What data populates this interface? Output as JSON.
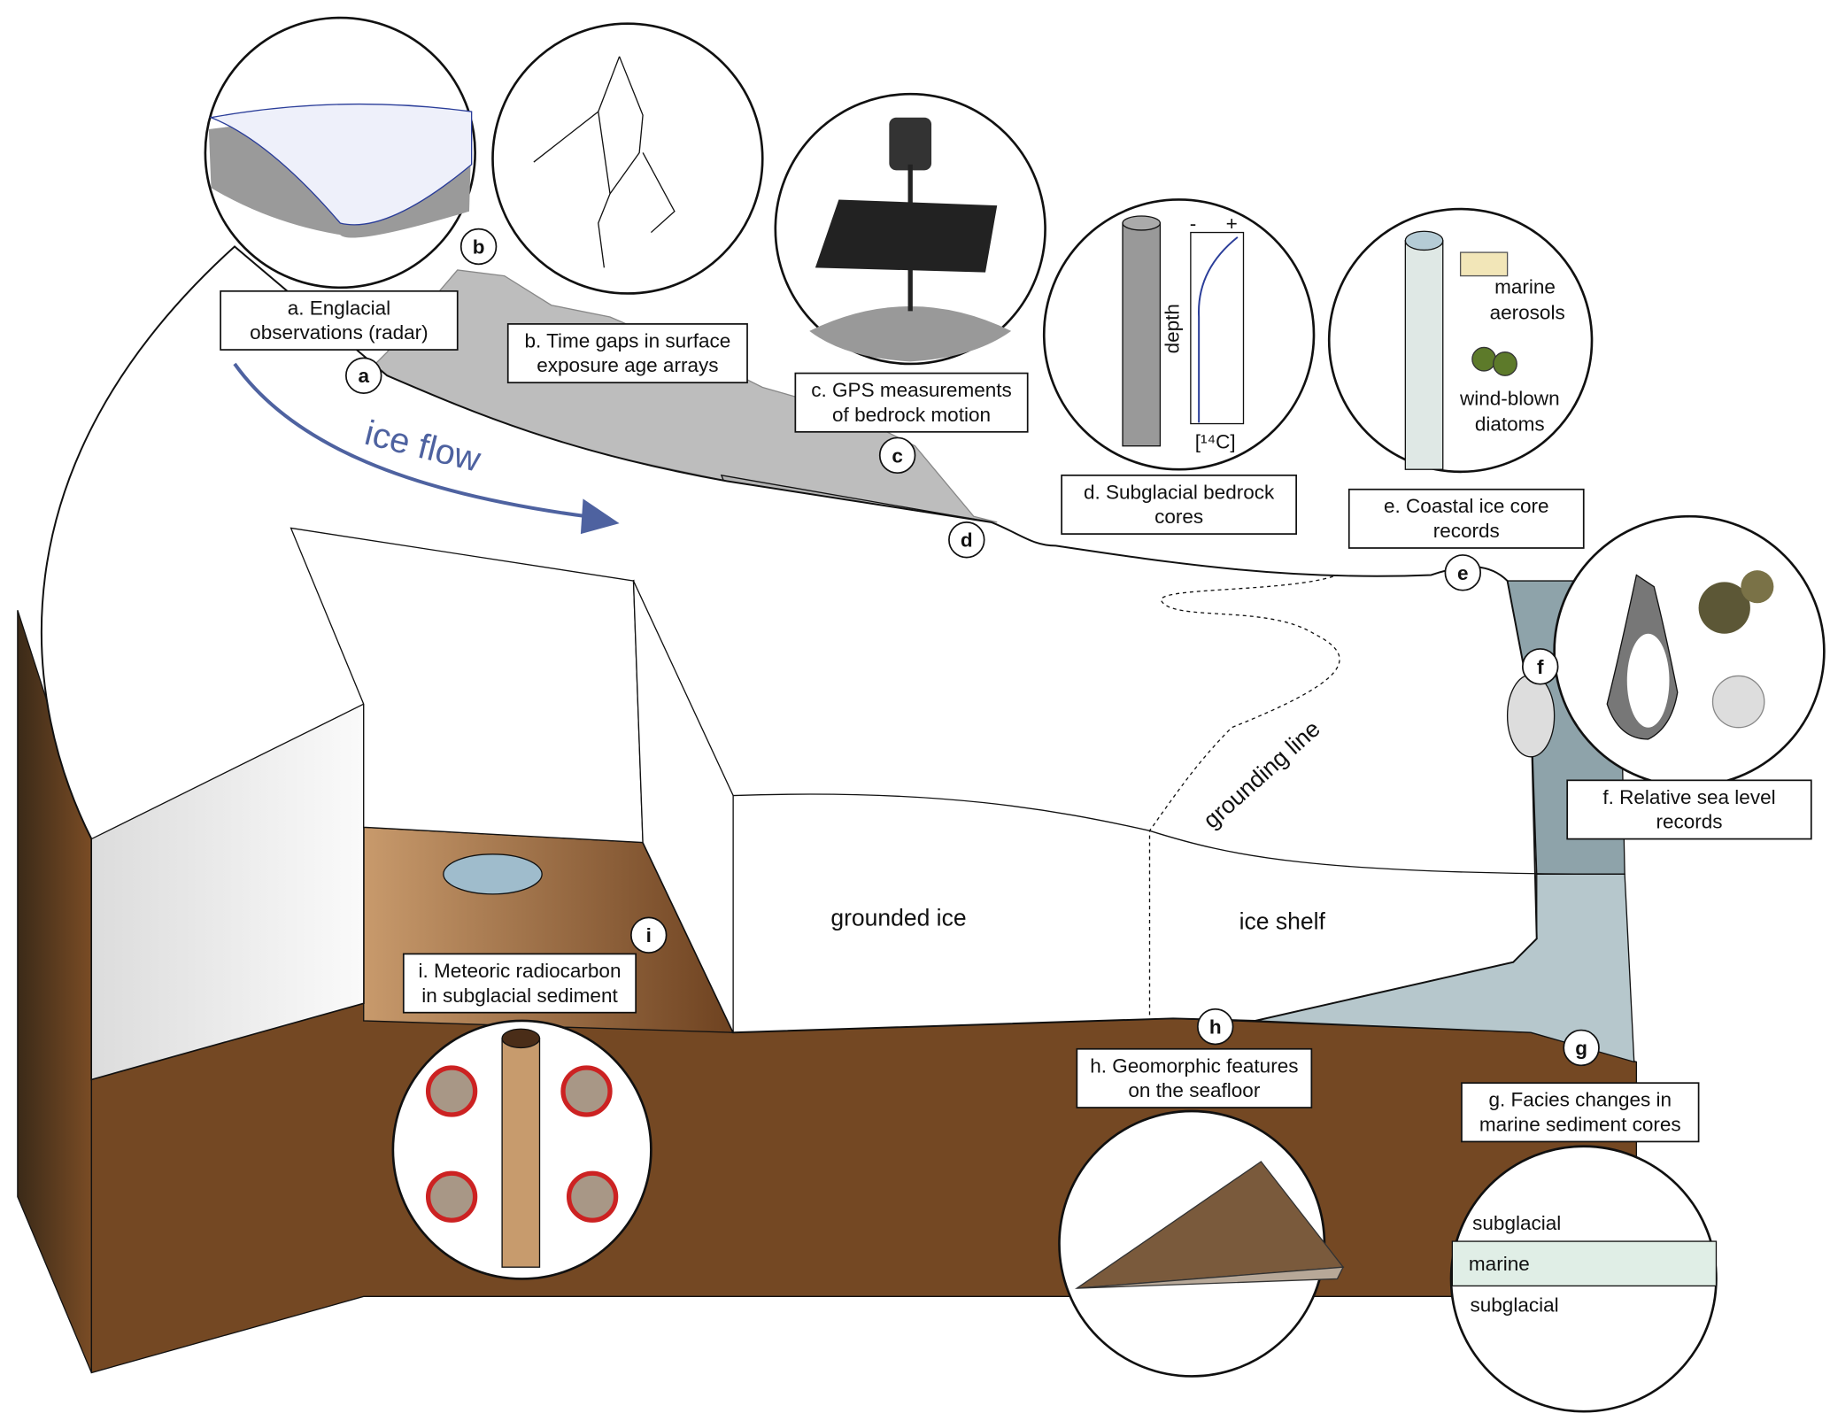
{
  "labels": {
    "a": {
      "letter": "a",
      "line1": "a. Englacial",
      "line2": "observations (radar)"
    },
    "b": {
      "letter": "b",
      "line1": "b. Time gaps in surface",
      "line2": "exposure age arrays"
    },
    "c": {
      "letter": "c",
      "line1": "c. GPS measurements",
      "line2": "of bedrock motion"
    },
    "d": {
      "letter": "d",
      "line1": "d. Subglacial bedrock",
      "line2": "cores"
    },
    "e": {
      "letter": "e",
      "line1": "e. Coastal ice core",
      "line2": "records"
    },
    "f": {
      "letter": "f",
      "line1": "f. Relative sea level",
      "line2": "records"
    },
    "g": {
      "letter": "g",
      "line1": "g. Facies changes in",
      "line2": "marine sediment cores"
    },
    "h": {
      "letter": "h",
      "line1": "h. Geomorphic features",
      "line2": "on the seafloor"
    },
    "i": {
      "letter": "i",
      "line1": "i. Meteoric radiocarbon",
      "line2": "in subglacial sediment"
    }
  },
  "regions": {
    "ice_flow": "ice flow",
    "grounding_line": "grounding line",
    "grounded_ice": "grounded ice",
    "ice_shelf": "ice shelf"
  },
  "inset_d": {
    "axis_label": "depth",
    "minus": "-",
    "plus": "+",
    "unit": "[¹⁴C]"
  },
  "inset_e": {
    "aerosols_1": "marine",
    "aerosols_2": "aerosols",
    "diatoms_1": "wind-blown",
    "diatoms_2": "diatoms"
  },
  "inset_g": {
    "layer_top": "subglacial",
    "layer_mid": "marine",
    "layer_bottom": "subglacial"
  },
  "colors": {
    "bedrock": "#744823",
    "ice": "#ffffff",
    "mountain": "#bdbdbd",
    "ocean": "#b6c7cc",
    "deep_ocean": "#8ea3aa",
    "flow_arrow": "#4e62a0"
  }
}
